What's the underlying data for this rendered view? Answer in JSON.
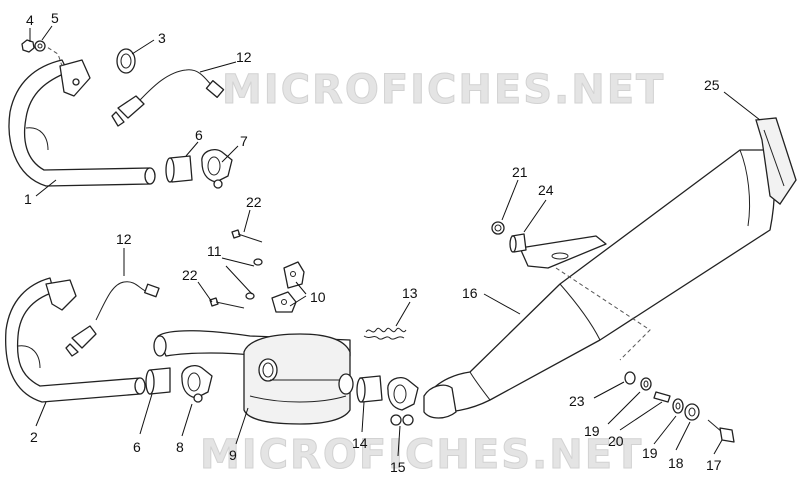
{
  "watermark": {
    "top": "MICROFICHES.NET",
    "bottom": "MICROFICHES.NET"
  },
  "callouts": [
    "4",
    "5",
    "3",
    "12",
    "6",
    "7",
    "1",
    "22",
    "11",
    "12",
    "22",
    "10",
    "2",
    "6",
    "8",
    "9",
    "13",
    "14",
    "15",
    "16",
    "21",
    "24",
    "25",
    "23",
    "19",
    "20",
    "19",
    "18",
    "17"
  ]
}
